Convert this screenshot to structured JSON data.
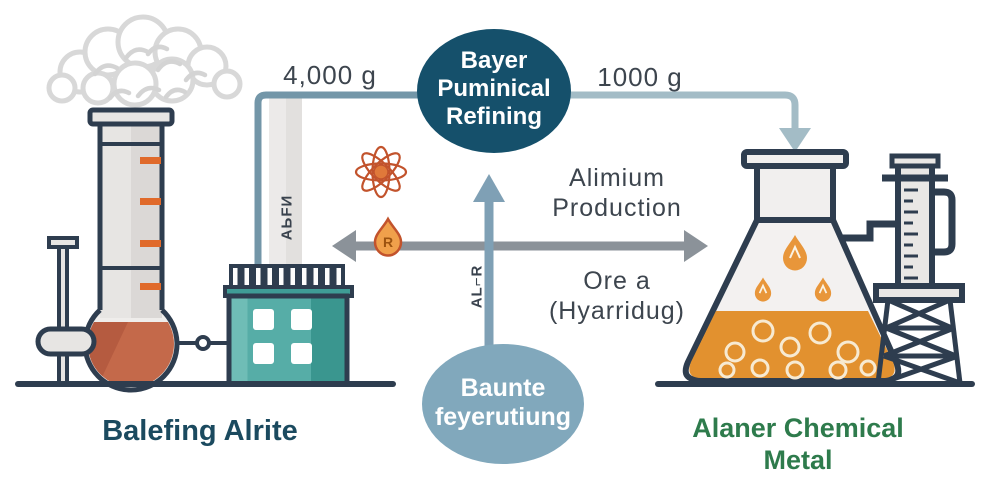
{
  "nodes": {
    "process": "Bayer\nPuminical\nRefining",
    "source": "Baunte\nfeyerutiung"
  },
  "labels": {
    "flow_left": "4,000 g",
    "flow_right": "1000 g",
    "axis_top_right": "Alimium\nProduction",
    "axis_bottom_right": "Ore a\n(Hyarridug)",
    "vertical_left": "AЬFИ",
    "vertical_center": "AL⌐R",
    "caption_left": "Balefing Alrite",
    "caption_right": "Alaner Chemical\nMetal"
  },
  "icons": {
    "flower": "flower-icon",
    "droplet": "droplet-icon",
    "droplet_letter": "R"
  },
  "colors": {
    "node_dark": "#15506b",
    "node_light": "#81a8bc",
    "outline": "#2e3d4f",
    "arrow_gray": "#8b9299",
    "arrow_blue": "#7fa0b5",
    "connector_left": "#7396a8",
    "connector_right": "#a3bcc6",
    "flask_liquid_orange": "#e2912f",
    "bulb_liquid_terracotta": "#c2684a",
    "building_teal": "#56ada7",
    "accent_orange": "#e06a2b",
    "label_gray": "#3d454e",
    "caption_teal": "#1b4a5f",
    "caption_green": "#2e7b4c"
  }
}
